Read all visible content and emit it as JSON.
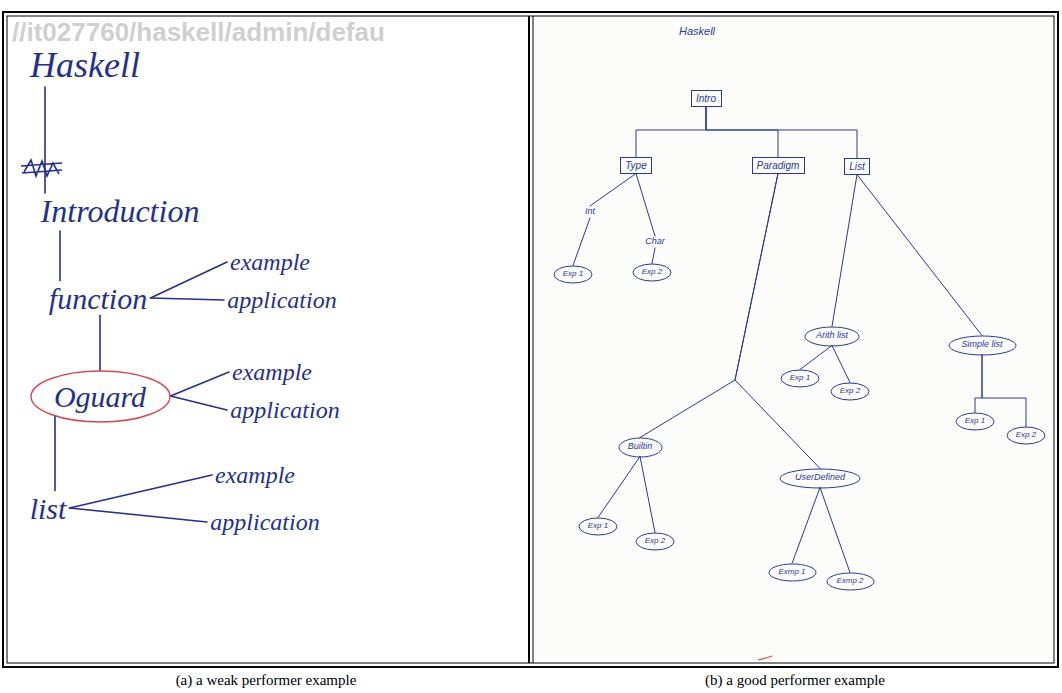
{
  "diagram": {
    "nodes": [
      {
        "text": [
          "Haskell"
        ]
      },
      {
        "text": [
          "Introduction"
        ]
      },
      {
        "text": [
          "function"
        ]
      },
      {
        "text": [
          "example"
        ]
      },
      {
        "text": [
          "application"
        ]
      },
      {
        "text": [
          "Oguard"
        ]
      },
      {
        "text": [
          "example"
        ]
      },
      {
        "text": [
          "application"
        ]
      },
      {
        "text": [
          "list"
        ]
      },
      {
        "text": [
          "example"
        ]
      },
      {
        "text": [
          "application"
        ]
      },
      {
        "text": [
          "Intro"
        ]
      },
      {
        "text": [
          "Type"
        ]
      },
      {
        "text": [
          "Paradigm"
        ]
      },
      {
        "text": [
          "List"
        ]
      },
      {
        "text": [
          "Int"
        ]
      },
      {
        "text": [
          "Char"
        ]
      },
      {
        "text": [
          "Exp 1"
        ]
      },
      {
        "text": [
          "Exp 2"
        ]
      },
      {
        "text": [
          "Arith list"
        ]
      },
      {
        "text": [
          "Simple list"
        ]
      },
      {
        "text": [
          "Exp 1"
        ]
      },
      {
        "text": [
          "Exp 2"
        ]
      },
      {
        "text": [
          "Exp 1"
        ]
      },
      {
        "text": [
          "Exp 2"
        ]
      },
      {
        "text": [
          "Builtin"
        ]
      },
      {
        "text": [
          "UserDefined"
        ]
      },
      {
        "text": [
          "Exp 1"
        ]
      },
      {
        "text": [
          "Exp 2"
        ]
      },
      {
        "text": [
          "Exmp 1"
        ]
      },
      {
        "text": [
          "Exmp 2"
        ]
      }
    ],
    "edges": [
      {
        "from": 0,
        "to": 1,
        "arrow": "none"
      },
      {
        "from": 1,
        "to": 2,
        "arrow": "none"
      },
      {
        "from": 2,
        "to": 3,
        "arrow": "none"
      },
      {
        "from": 2,
        "to": 4,
        "arrow": "none"
      },
      {
        "from": 2,
        "to": 5,
        "arrow": "none"
      },
      {
        "from": 5,
        "to": 6,
        "arrow": "none"
      },
      {
        "from": 5,
        "to": 7,
        "arrow": "none"
      },
      {
        "from": 5,
        "to": 8,
        "arrow": "none"
      },
      {
        "from": 8,
        "to": 9,
        "arrow": "none"
      },
      {
        "from": 8,
        "to": 10,
        "arrow": "none"
      },
      {
        "from": 11,
        "to": 12,
        "arrow": "none"
      },
      {
        "from": 11,
        "to": 13,
        "arrow": "none"
      },
      {
        "from": 11,
        "to": 14,
        "arrow": "none"
      },
      {
        "from": 12,
        "to": 15,
        "arrow": "none"
      },
      {
        "from": 12,
        "to": 16,
        "arrow": "none"
      },
      {
        "from": 15,
        "to": 17,
        "arrow": "none"
      },
      {
        "from": 16,
        "to": 18,
        "arrow": "none"
      },
      {
        "from": 13,
        "to": 25,
        "arrow": "none"
      },
      {
        "from": 13,
        "to": 26,
        "arrow": "none"
      },
      {
        "from": 14,
        "to": 19,
        "arrow": "none"
      },
      {
        "from": 14,
        "to": 20,
        "arrow": "none"
      },
      {
        "from": 19,
        "to": 21,
        "arrow": "none"
      },
      {
        "from": 19,
        "to": 22,
        "arrow": "none"
      },
      {
        "from": 20,
        "to": 23,
        "arrow": "none"
      },
      {
        "from": 20,
        "to": 24,
        "arrow": "none"
      },
      {
        "from": 25,
        "to": 27,
        "arrow": "none"
      },
      {
        "from": 25,
        "to": 28,
        "arrow": "none"
      },
      {
        "from": 26,
        "to": 29,
        "arrow": "none"
      },
      {
        "from": 26,
        "to": 30,
        "arrow": "none"
      }
    ],
    "labels": [
      "//it027760/haskell/admin/defau",
      "Haskell",
      "(a) a weak performer example",
      "(b) a good performer example"
    ]
  }
}
